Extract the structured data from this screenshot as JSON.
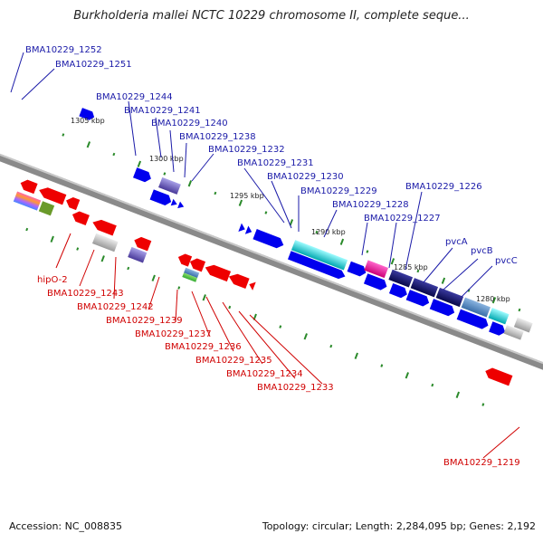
{
  "title": "Burkholderia mallei NCTC 10229 chromosome II, complete seque...",
  "accession": "Accession: NC_008835",
  "summary": "Topology: circular; Length: 2,284,095 bp; Genes: 2,192",
  "kbp_ticks": [
    "1305 kbp",
    "1300 kbp",
    "1295 kbp",
    "1290 kbp",
    "1285 kbp",
    "1280 kbp"
  ],
  "top_labels": [
    "BMA10229_1252",
    "BMA10229_1251",
    "BMA10229_1244",
    "BMA10229_1241",
    "BMA10229_1240",
    "BMA10229_1238",
    "BMA10229_1232",
    "BMA10229_1231",
    "BMA10229_1230",
    "BMA10229_1229",
    "BMA10229_1228",
    "BMA10229_1227",
    "BMA10229_1226",
    "pvcA",
    "pvcB",
    "pvcC"
  ],
  "bottom_labels": [
    "hipO-2",
    "BMA10229_1243",
    "BMA10229_1242",
    "BMA10229_1239",
    "BMA10229_1237",
    "BMA10229_1236",
    "BMA10229_1235",
    "BMA10229_1234",
    "BMA10229_1233",
    "BMA10229_1219"
  ],
  "colors": {
    "forward_strand": "#0000ee",
    "reverse_strand": "#ee0000",
    "backbone": "#7a7a7a",
    "tick": "#2a8a2a",
    "top_label": "#1a1aa8",
    "bottom_label": "#d00000"
  }
}
